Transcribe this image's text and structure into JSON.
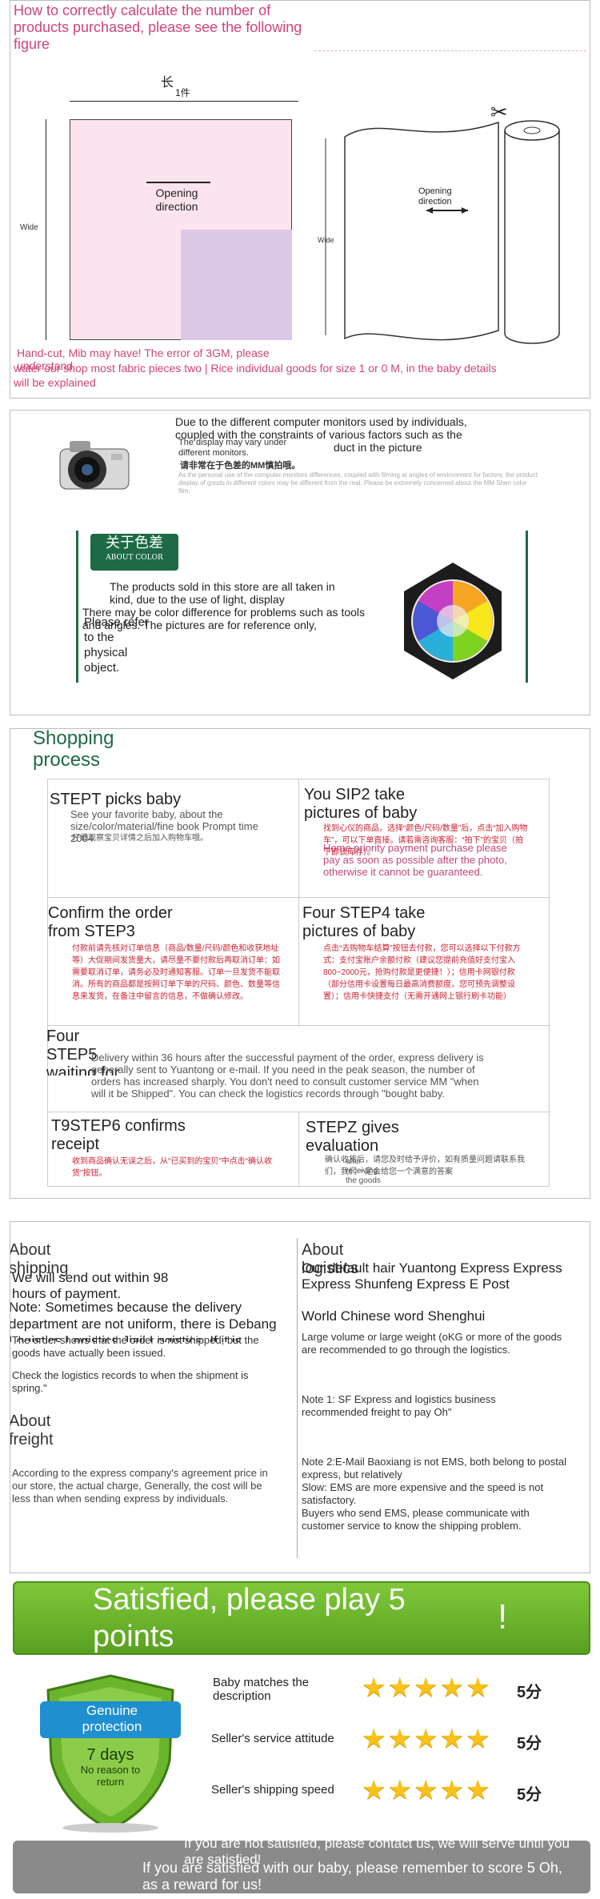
{
  "size_section": {
    "title": "How to correctly calculate the number of products purchased, please see the following figure",
    "length_label": "长",
    "piece_label": "1件",
    "wide_label_left": "Wide",
    "opening_left": "Opening direction",
    "opening_right": "Opening direction",
    "wide_label_right": "Wide",
    "note_handcut": "Hand-cut, Mib may have! The error of 3GM, please understand",
    "note_shop": "water our shop most fabric pieces two | Rice individual goods for size 1 or 0 M, in the baby details will be explained"
  },
  "color_section": {
    "intro": "Due to the different computer monitors used by individuals, coupled with the constraints of various factors such as the",
    "intro_tail": "duct in the picture",
    "display_note_en": "The display may vary under different monitors.",
    "display_note_cn": "请非常在于色差的MM慎拍哦。",
    "grey_text": "As the personal use of the computer monitors differences, coupled with filming at angles of environment for factors, the product display of goods in different colors may be different from the real. Please be extremely concerned about the MM Shen color film.",
    "badge_cn": "关于色差",
    "badge_en": "ABOUT COLOR",
    "body_a": "The products sold in this store are all taken in kind, due to the use of light, display",
    "body_b": "There may be color difference for problems such as tools and angles. The pictures are for reference only,",
    "body_c": "Please refer",
    "body_d": "to the physical object."
  },
  "shopping": {
    "title": "Shopping process",
    "steps": [
      {
        "title": "STEPT picks baby",
        "en": "See your favorite baby, about the size/color/material/fine book Prompt time 2004",
        "cn": "仔细观察宝贝详情之后加入购物车哦。"
      },
      {
        "title": "You SIP2 take pictures of baby",
        "en": "Home priority payment purchase please pay as soon as possible after the photo, otherwise it cannot be guaranteed.",
        "cn": "找到心仪的商品，选择“颜色/尺码/数量”后，点击“加入购物车”，可以下单直接。请若需咨询客服：“拍下”的宝贝（拍下即锁库存）。"
      },
      {
        "title": "Confirm the order from STEP3",
        "en": "",
        "cn": "付款前请先核对订单信息（商品/数量/尺码/颜色和收获地址等）大促期间发货量大，请尽量不要付款后再取消订单：如需要取消订单，请务必及时通知客服。订单一旦发货不能取消。所有的商品都是按照订单下单的尺码、颜色、数量等信息来发货，在备注中留言的信息，不做确认修改。"
      },
      {
        "title": "Four STEP4 take pictures of baby",
        "en": "",
        "cn": "点击“去购物车结算”按钮去付款，您可以选择以下付款方式：支付宝账户余额付款（建议您提前充值好支付宝入800~2000元，抢购付款是更便捷！）；信用卡网银付款（部分信用卡设置每日最高消费额度，您可预先调整设置）；信用卡快捷支付（无需开通网上银行刷卡功能）"
      },
      {
        "title": "Four STEP5 waiting for shipping",
        "en": "Delivery within 36 hours after the successful payment of the order, express delivery is generally sent to Yuantong or e-mail. If you need in the peak season, the number of orders has increased sharply. You don't need to consult customer service MM \"when will it be Shipped\". You can check the logistics records through \"bought baby.",
        "cn": ""
      },
      {
        "title": "T9STEP6 confirms receipt",
        "en": "",
        "cn": "收到商品确认无误之后，从“已买到的宝贝”中点击“确认收货”按钮。"
      },
      {
        "title": "STEPZ gives evaluation",
        "en": "after receiving the goods",
        "cn": "确认收货后，请您及时给予评价，如有质量问题请联系我们，我们一定会给您一个满意的答案"
      }
    ]
  },
  "shipping_info": {
    "left_title": "About shipping",
    "left_a": "We will send out within 98 hours of payment.",
    "left_b": "Note: Sometimes because the delivery department are not uniform, there is Debang Logistics Logistics Jiaji Logistics. If it is",
    "left_c": "The order shows that the order is not shipped, but the goods have actually been issued.",
    "left_d": "Check the logistics records to when the shipment is spring.\"",
    "freight_title": "About freight",
    "freight_text": "According to the express company's agreement price in our store, the actual charge, Generally, the cost will be less than when sending express by individuals.",
    "right_title": "About logistics",
    "right_a": "Our default hair Yuantong Express Express Express Shunfeng Express E Post",
    "right_b": "World Chinese word Shenghui",
    "right_c": "Large volume or large weight (oKG or more of the goods are recommended to go through the logistics.",
    "right_d": "Note 1: SF Express and logistics business recommended freight to pay Oh\"",
    "right_e": "Note 2:E-Mail Baoxiang is not EMS, both belong to postal express, but relatively",
    "right_f": "Slow: EMS are more expensive and the speed is not satisfactory.",
    "right_g": "Buyers who send EMS, please communicate with customer service to know the shipping problem."
  },
  "rating": {
    "banner": "Satisfied, please play 5 points",
    "banner_mark": "!",
    "shield_a": "Genuine protection",
    "shield_b": "7 days",
    "shield_c": "No reason to return",
    "rows": [
      {
        "label": "Baby matches the description",
        "score": "5分",
        "stars": 5
      },
      {
        "label": "Seller's service attitude",
        "score": "5分",
        "stars": 5
      },
      {
        "label": "Seller's shipping speed",
        "score": "5分",
        "stars": 5
      }
    ],
    "footer_a": "If you are not satisfied, please contact us, we will serve until you are satisfied!",
    "footer_b": "If you are satisfied with our baby, please remember to score 5 Oh, as a reward for us!"
  },
  "colors": {
    "pink_text": "#d0447a",
    "green_title": "#1e6a46",
    "banner_green": "#6db62b",
    "shield_blue": "#1f8fd0",
    "star_yellow": "#f7c21a"
  }
}
